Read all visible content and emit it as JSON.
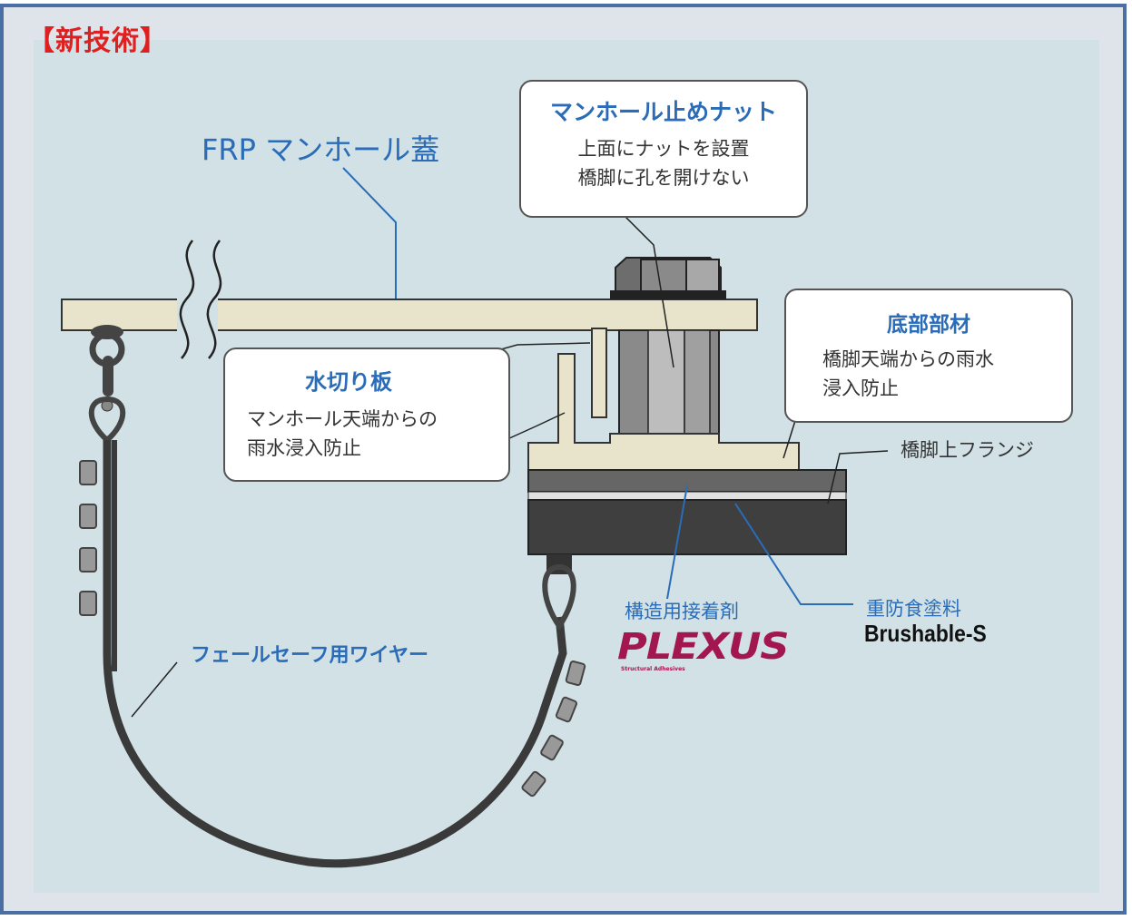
{
  "heading": "【新技術】",
  "labels": {
    "frp_cover": "FRP マンホール蓋",
    "failsafe_wire": "フェールセーフ用ワイヤー",
    "flange": "橋脚上フランジ",
    "adhesive": "構造用接着剤",
    "coating": "重防食塗料",
    "plexus_logo": "PLEXUS",
    "plexus_sub": "Structural Adhesives",
    "brushable": "Brushable-S"
  },
  "callouts": {
    "nut": {
      "title": "マンホール止めナット",
      "lines": [
        "上面にナットを設置",
        "橋脚に孔を開けない"
      ]
    },
    "bottom": {
      "title": "底部部材",
      "lines": [
        "橋脚天端からの雨水",
        "浸入防止"
      ]
    },
    "drip": {
      "title": "水切り板",
      "lines": [
        "マンホール天端からの",
        "雨水浸入防止"
      ]
    }
  },
  "colors": {
    "heading": "#e02020",
    "accent_blue": "#2a6cb8",
    "frp": "#e8e4cc",
    "plexus": "#a3174f",
    "panel": "#d1e1e5",
    "frame_border": "#4a6fa5"
  }
}
